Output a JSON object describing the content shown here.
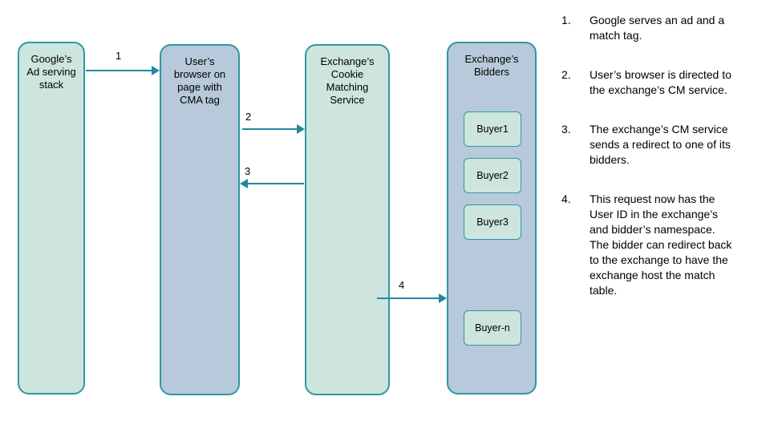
{
  "diagram": {
    "columns": [
      {
        "label": "Google’s\nAd serving\nstack"
      },
      {
        "label": "User’s\nbrowser on\npage with\nCMA tag"
      },
      {
        "label": "Exchange’s\nCookie\nMatching\nService"
      },
      {
        "label": "Exchange’s\nBidders"
      }
    ],
    "bidders": [
      {
        "label": "Buyer1"
      },
      {
        "label": "Buyer2"
      },
      {
        "label": "Buyer3"
      },
      {
        "label": "Buyer-n"
      }
    ],
    "arrows": [
      {
        "label": "1"
      },
      {
        "label": "2"
      },
      {
        "label": "3"
      },
      {
        "label": "4"
      }
    ],
    "colors": {
      "green_fill": "#cde5dd",
      "blue_fill": "#b7c9da",
      "border_teal": "#2e98a3",
      "arrow_teal": "#1f8ba0"
    }
  },
  "notes": {
    "items": [
      {
        "number": "1.",
        "text": "Google serves an ad and a match tag."
      },
      {
        "number": "2.",
        "text": "User’s browser is directed to the exchange’s CM service."
      },
      {
        "number": "3.",
        "text": "The exchange’s CM service sends a redirect to one of its bidders."
      },
      {
        "number": "4.",
        "text": "This request now has the User ID in the exchange’s and bidder’s namespace. The bidder can redirect back to the exchange to have the exchange host the match table."
      }
    ]
  }
}
